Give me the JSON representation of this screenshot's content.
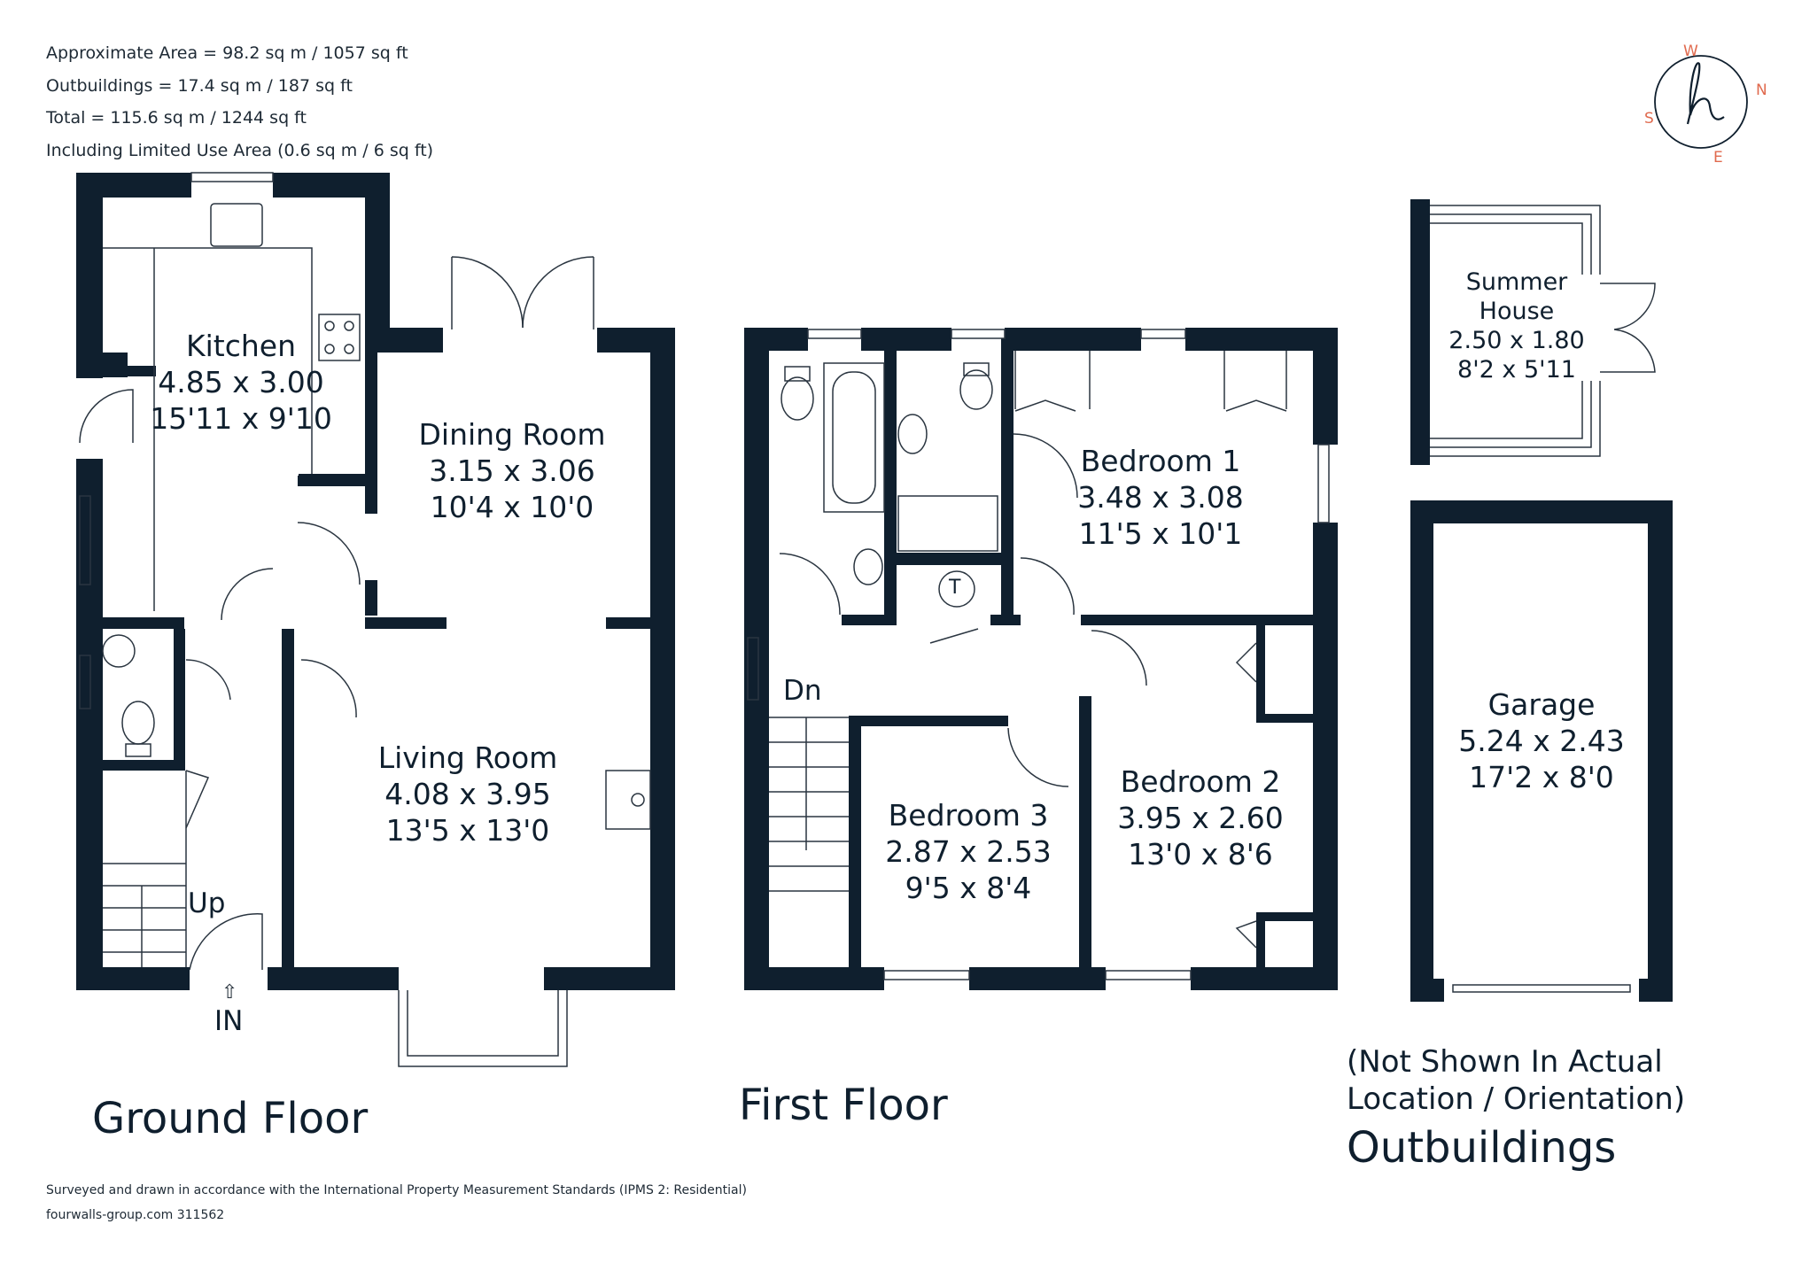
{
  "header": {
    "approx_area": "Approximate Area = 98.2 sq m / 1057 sq ft",
    "outbuildings": "Outbuildings = 17.4 sq m / 187 sq ft",
    "total": "Total = 115.6 sq m / 1244 sq ft",
    "limited_use": "Including Limited Use Area (0.6 sq m / 6 sq ft)"
  },
  "compass": {
    "w": "W",
    "n": "N",
    "s": "S",
    "e": "E",
    "accent": "#e06a4e"
  },
  "colors": {
    "wall": "#0f1f2e",
    "line": "#2a3540"
  },
  "rooms": {
    "kitchen": {
      "name": "Kitchen",
      "metric": "4.85 x 3.00",
      "imperial": "15'11 x 9'10"
    },
    "dining": {
      "name": "Dining Room",
      "metric": "3.15 x 3.06",
      "imperial": "10'4 x 10'0"
    },
    "living": {
      "name": "Living Room",
      "metric": "4.08 x 3.95",
      "imperial": "13'5 x 13'0"
    },
    "bedroom1": {
      "name": "Bedroom 1",
      "metric": "3.48 x 3.08",
      "imperial": "11'5 x 10'1"
    },
    "bedroom2": {
      "name": "Bedroom 2",
      "metric": "3.95 x 2.60",
      "imperial": "13'0 x 8'6"
    },
    "bedroom3": {
      "name": "Bedroom 3",
      "metric": "2.87 x 2.53",
      "imperial": "9'5 x 8'4"
    },
    "summer": {
      "name1": "Summer",
      "name2": "House",
      "metric": "2.50 x 1.80",
      "imperial": "8'2 x 5'11"
    },
    "garage": {
      "name": "Garage",
      "metric": "5.24 x 2.43",
      "imperial": "17'2 x 8'0"
    }
  },
  "labels": {
    "up": "Up",
    "dn": "Dn",
    "in": "IN",
    "tank": "T"
  },
  "floors": {
    "ground": "Ground Floor",
    "first": "First Floor",
    "outbuildings": "Outbuildings"
  },
  "note": {
    "line1": "(Not Shown In Actual",
    "line2": "Location / Orientation)"
  },
  "footer": {
    "ipms": "Surveyed and drawn in accordance with the International Property Measurement Standards (IPMS 2: Residential)",
    "ref": "fourwalls-group.com 311562"
  }
}
